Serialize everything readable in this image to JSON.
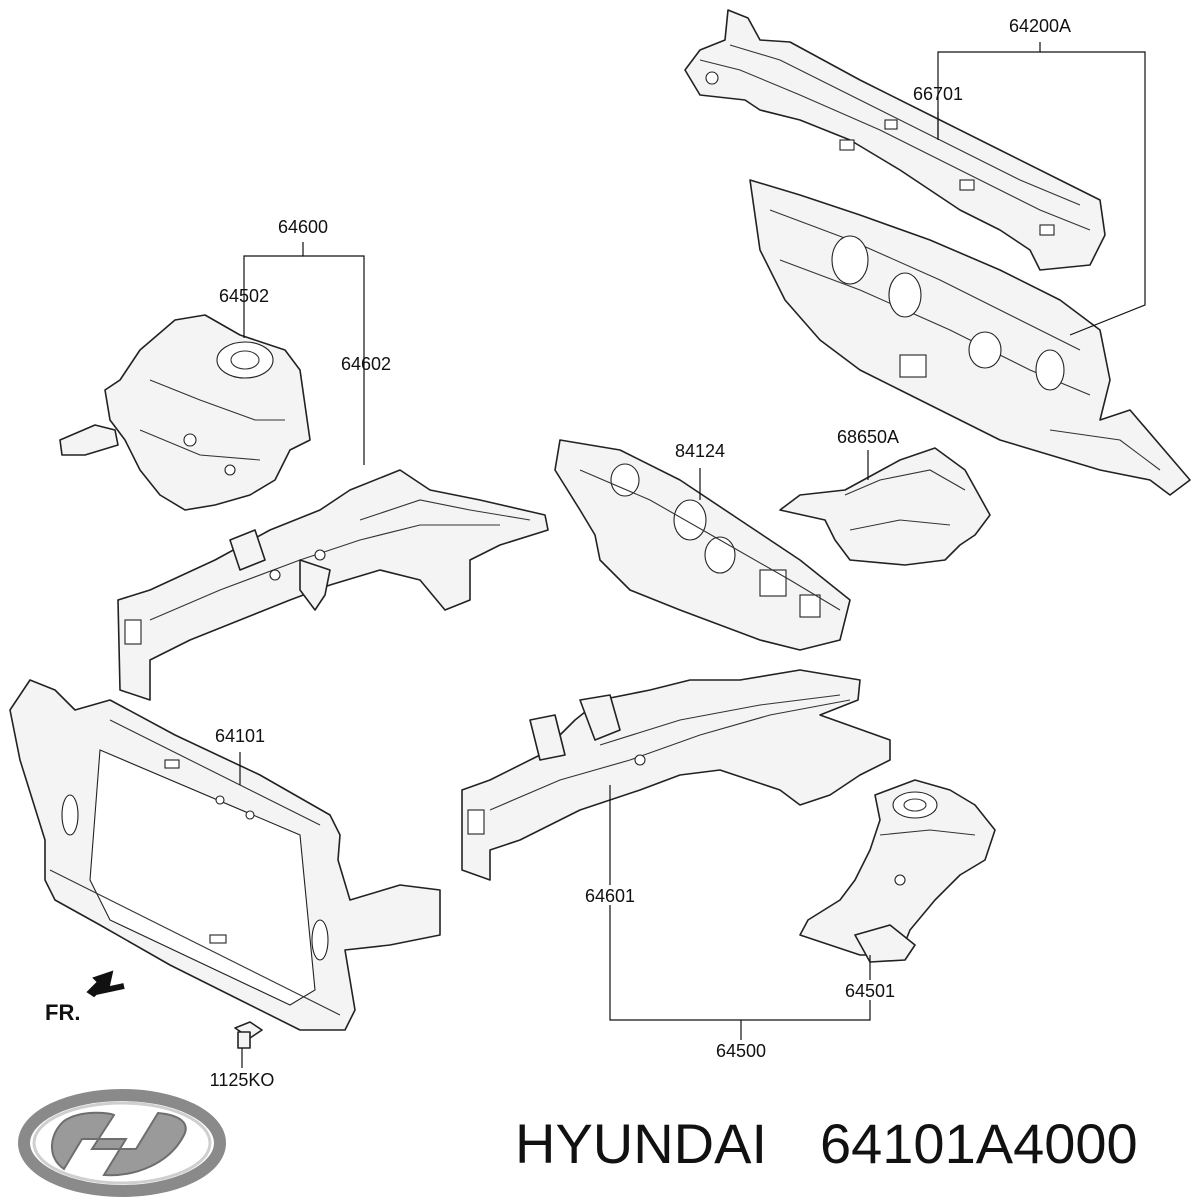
{
  "labels": {
    "p64200A": "64200A",
    "p66701": "66701",
    "p64600": "64600",
    "p64502": "64502",
    "p64602": "64602",
    "p84124": "84124",
    "p68650A": "68650A",
    "p64101": "64101",
    "p64601": "64601",
    "p64501": "64501",
    "p64500": "64500",
    "p1125KO": "1125KO"
  },
  "direction_marker": "FR.",
  "caption": {
    "brand": "HYUNDAI",
    "part_number": "64101A4000"
  },
  "logo": {
    "name": "hyundai-logo-icon",
    "color": "#8a8a8a"
  }
}
